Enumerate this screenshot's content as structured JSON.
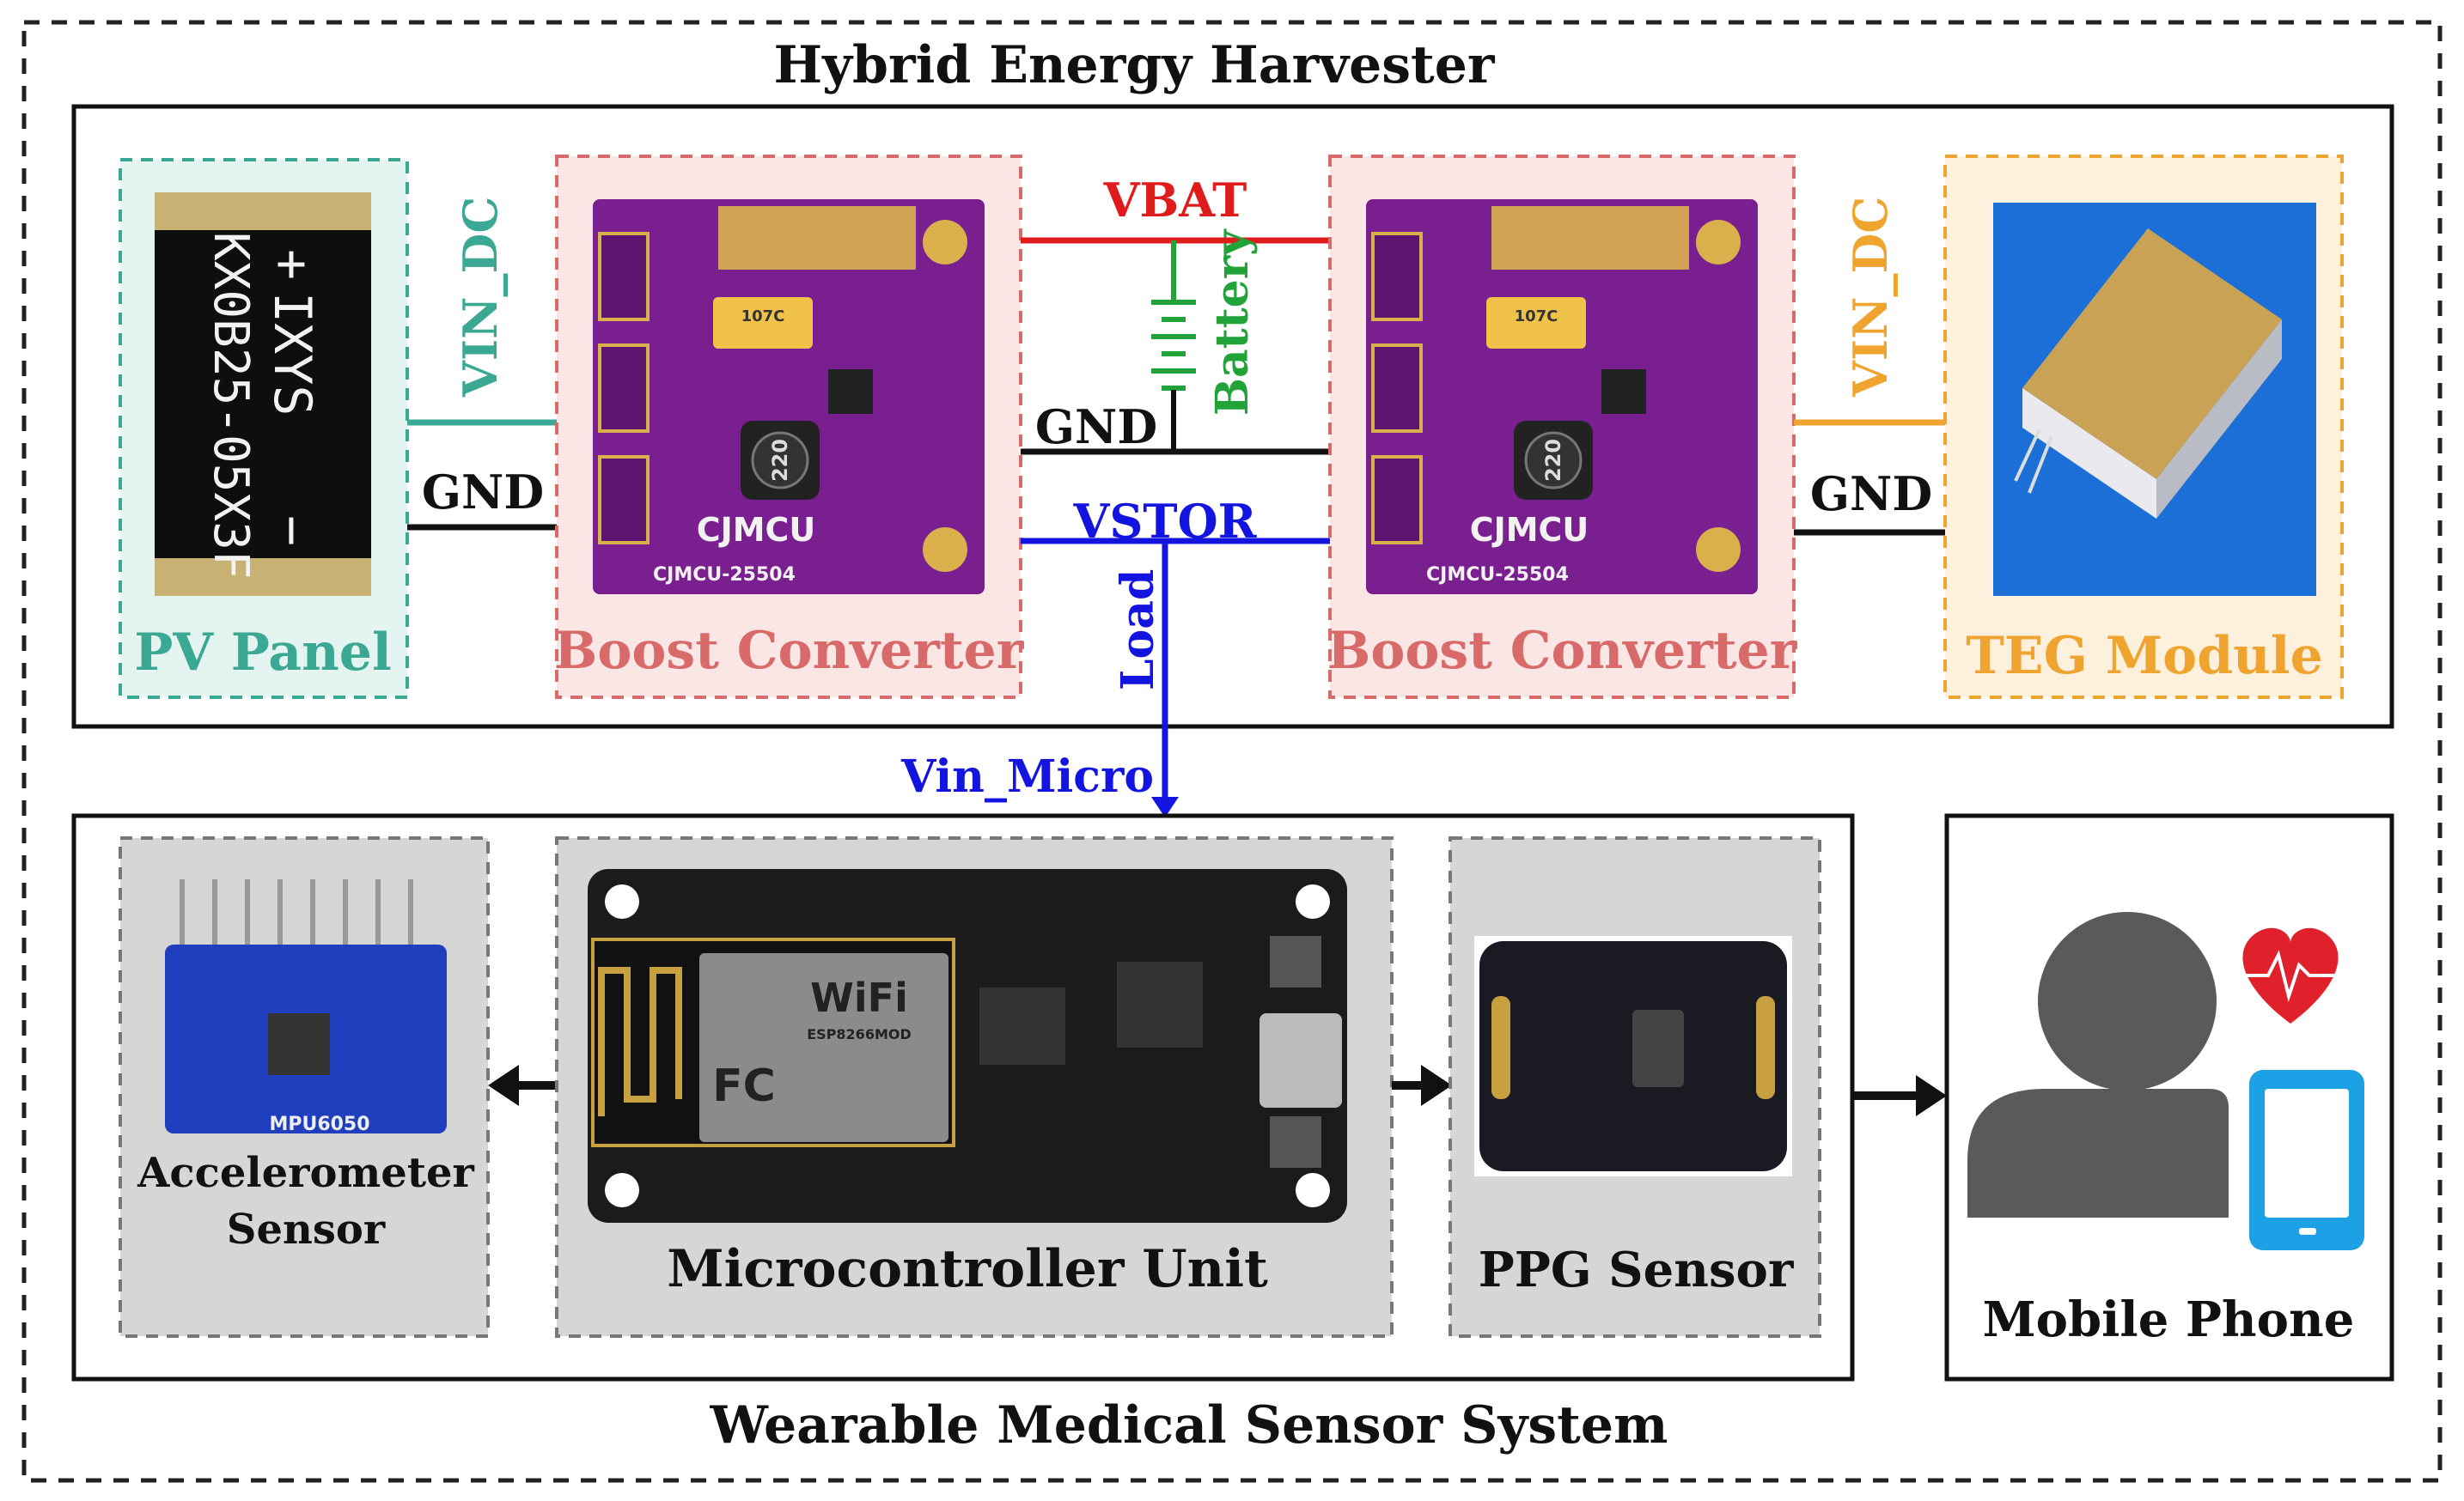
{
  "outer_title": "Hybrid Energy Harvester",
  "bottom_title": "Wearable Medical Sensor System",
  "harvester": {
    "pv_panel": {
      "label": "PV Panel",
      "marking_line1": "KX0B25-05X3F",
      "marking_line2": "IXYS",
      "plus": "+",
      "minus": "−"
    },
    "boost_left": {
      "label": "Boost Converter",
      "brand": "CJMCU",
      "model": "CJMCU-25504",
      "inductor": "220",
      "cap": "107C"
    },
    "boost_right": {
      "label": "Boost Converter",
      "brand": "CJMCU",
      "model": "CJMCU-25504",
      "inductor": "220",
      "cap": "107C"
    },
    "teg_module": {
      "label": "TEG Module"
    },
    "wires": {
      "vin_dc_left": "VIN_DC",
      "gnd_left": "GND",
      "vbat": "VBAT",
      "battery": "Battery",
      "gnd_center": "GND",
      "vstor": "VSTOR",
      "vin_dc_right": "VIN_DC",
      "gnd_right": "GND",
      "load": "Load",
      "vin_micro": "Vin_Micro"
    }
  },
  "sensor_system": {
    "accelerometer": {
      "label_line1": "Accelerometer",
      "label_line2": "Sensor",
      "chip": "MPU6050"
    },
    "mcu": {
      "label": "Microcontroller Unit",
      "wifi": "WiFi",
      "module": "ESP8266MOD",
      "fc": "FC"
    },
    "ppg": {
      "label": "PPG Sensor"
    },
    "mobile": {
      "label": "Mobile Phone"
    }
  },
  "colors": {
    "teal": "#3aa892",
    "boost_red": "#d96a6a",
    "orange": "#f0a430",
    "vbat_red": "#e01b1b",
    "vstor_blue": "#1414e0",
    "battery_green": "#22a33a",
    "pcb_purple": "#7a1f8f",
    "heart_red": "#e0202a",
    "phone_blue": "#1da1e6",
    "person_gray": "#5a5a5a"
  }
}
